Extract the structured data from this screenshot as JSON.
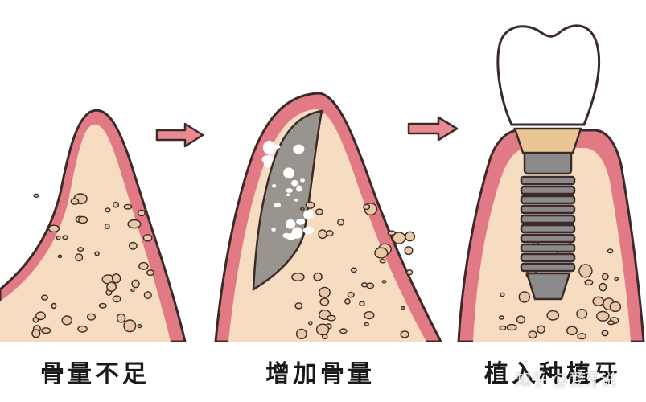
{
  "stages": [
    {
      "caption": "骨量不足"
    },
    {
      "caption": "增加骨量"
    },
    {
      "caption": "植入种植牙"
    }
  ],
  "watermark": "知乎 @爱牙说",
  "colors": {
    "gum": "#e27a86",
    "bone": "#f6ddc2",
    "graft": "#9a948f",
    "outline": "#3a2a2a",
    "particle": "#ecc7a3",
    "abutment": "#e9c694",
    "implant": "#8b8b8b",
    "arrow": "#e98a91"
  },
  "icons": [
    "arrow-right-icon",
    "arrow-right-icon"
  ]
}
